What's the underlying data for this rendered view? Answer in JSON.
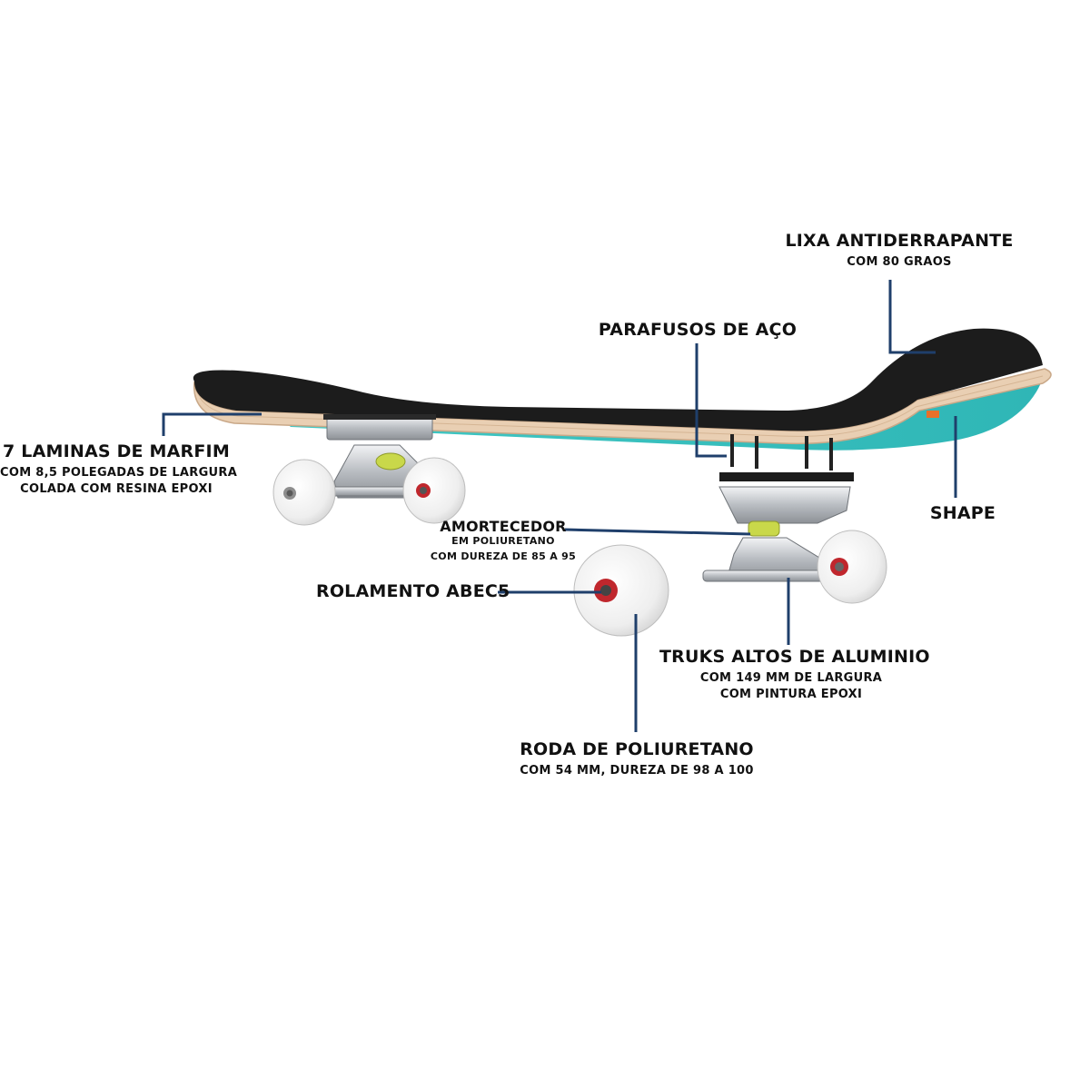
{
  "colors": {
    "leader_line": "#1f3f6b",
    "grip": "#1c1c1c",
    "deck_wood": "#e9cfb3",
    "deck_art": "#3cc9c6",
    "wheel": "#f0f0f0",
    "bearing": "#c0272d",
    "bushing": "#c9d84a",
    "truck_metal": "#c9ccd0"
  },
  "labels": {
    "grip": {
      "title": "LIXA ANTIDERRAPANTE",
      "sub": "COM 80 GRAOS"
    },
    "screws": {
      "title": "PARAFUSOS DE AÇO"
    },
    "plies": {
      "title": "7 LAMINAS DE MARFIM",
      "sub1": "COM 8,5 POLEGADAS DE LARGURA",
      "sub2": "COLADA COM RESINA EPOXI"
    },
    "shape": {
      "title": "SHAPE"
    },
    "bushing": {
      "title": "AMORTECEDOR",
      "sub1": "EM POLIURETANO",
      "sub2": "COM DUREZA DE 85 A 95"
    },
    "bearing": {
      "title": "ROLAMENTO ABEC5"
    },
    "trucks": {
      "title": "TRUKS ALTOS DE ALUMINIO",
      "sub1": "COM 149  MM DE LARGURA",
      "sub2": "COM PINTURA EPOXI"
    },
    "wheel": {
      "title": "RODA DE POLIURETANO",
      "sub": "COM 54 MM, DUREZA DE 98 A 100"
    }
  }
}
